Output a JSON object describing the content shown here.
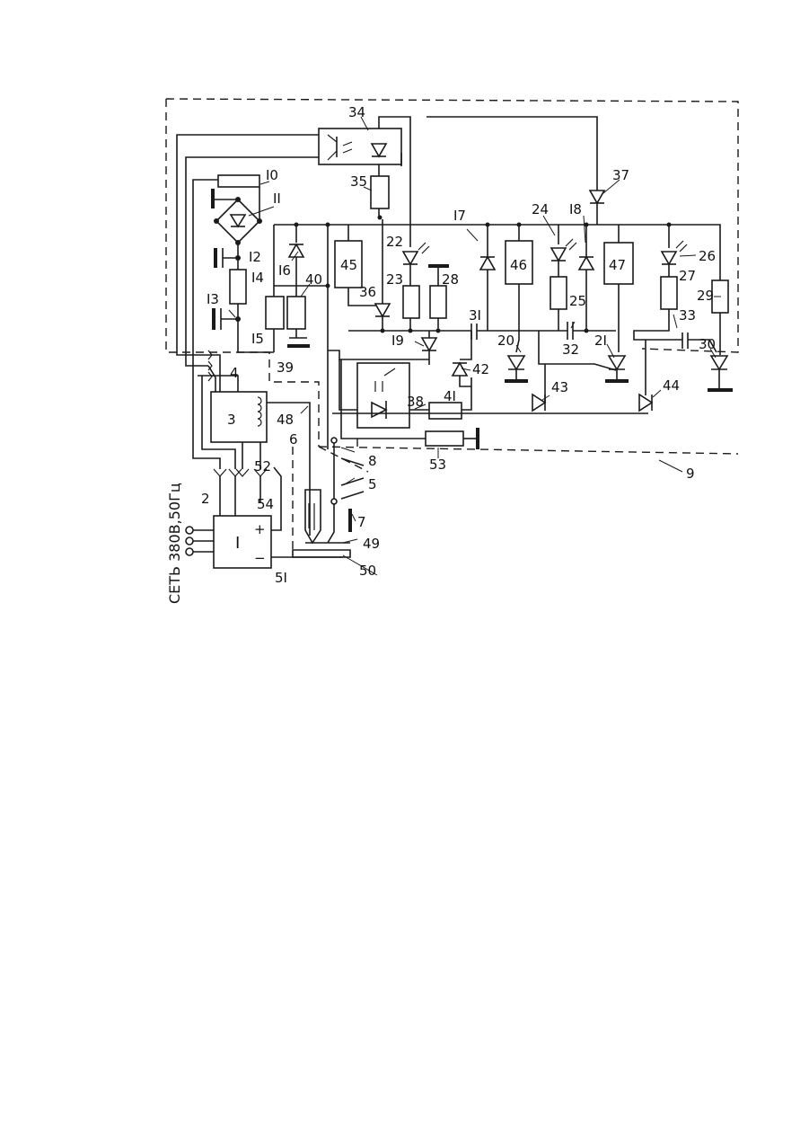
{
  "colors": {
    "ink": "#1a1a1a",
    "paper": "#ffffff"
  },
  "mains_label": "СЕТЬ 380В,50Гц",
  "block_labels": {
    "b1": "I",
    "b3": "3",
    "b45": "45",
    "b46": "46",
    "b47": "47"
  },
  "polarity": {
    "plus": "+",
    "minus": "−"
  },
  "ref_labels": [
    {
      "id": "r34",
      "text": "34"
    },
    {
      "id": "r10",
      "text": "I0"
    },
    {
      "id": "r11",
      "text": "II"
    },
    {
      "id": "r12",
      "text": "I2"
    },
    {
      "id": "r14",
      "text": "I4"
    },
    {
      "id": "r13",
      "text": "I3"
    },
    {
      "id": "r35",
      "text": "35"
    },
    {
      "id": "r37",
      "text": "37"
    },
    {
      "id": "r17",
      "text": "I7"
    },
    {
      "id": "r24",
      "text": "24"
    },
    {
      "id": "r18",
      "text": "I8"
    },
    {
      "id": "r16",
      "text": "I6"
    },
    {
      "id": "r40",
      "text": "40"
    },
    {
      "id": "r22",
      "text": "22"
    },
    {
      "id": "r23",
      "text": "23"
    },
    {
      "id": "r28",
      "text": "28"
    },
    {
      "id": "r36",
      "text": "36"
    },
    {
      "id": "r25",
      "text": "25"
    },
    {
      "id": "r26",
      "text": "26"
    },
    {
      "id": "r27",
      "text": "27"
    },
    {
      "id": "r29",
      "text": "29"
    },
    {
      "id": "r33",
      "text": "33"
    },
    {
      "id": "r15",
      "text": "I5"
    },
    {
      "id": "r31",
      "text": "3I"
    },
    {
      "id": "r19",
      "text": "I9"
    },
    {
      "id": "r20",
      "text": "20"
    },
    {
      "id": "r32",
      "text": "32"
    },
    {
      "id": "r21",
      "text": "2I"
    },
    {
      "id": "r30",
      "text": "30"
    },
    {
      "id": "r39",
      "text": "39"
    },
    {
      "id": "r42",
      "text": "42"
    },
    {
      "id": "r4",
      "text": "4"
    },
    {
      "id": "r43",
      "text": "43"
    },
    {
      "id": "r44",
      "text": "44"
    },
    {
      "id": "r38",
      "text": "38"
    },
    {
      "id": "r41",
      "text": "4I"
    },
    {
      "id": "r48",
      "text": "48"
    },
    {
      "id": "r6",
      "text": "6"
    },
    {
      "id": "r8",
      "text": "8"
    },
    {
      "id": "r9",
      "text": "9"
    },
    {
      "id": "r53",
      "text": "53"
    },
    {
      "id": "r52",
      "text": "52"
    },
    {
      "id": "r5",
      "text": "5"
    },
    {
      "id": "r2",
      "text": "2"
    },
    {
      "id": "r54",
      "text": "54"
    },
    {
      "id": "r7",
      "text": "7"
    },
    {
      "id": "r49",
      "text": "49"
    },
    {
      "id": "r51",
      "text": "5I"
    },
    {
      "id": "r50",
      "text": "50"
    }
  ]
}
